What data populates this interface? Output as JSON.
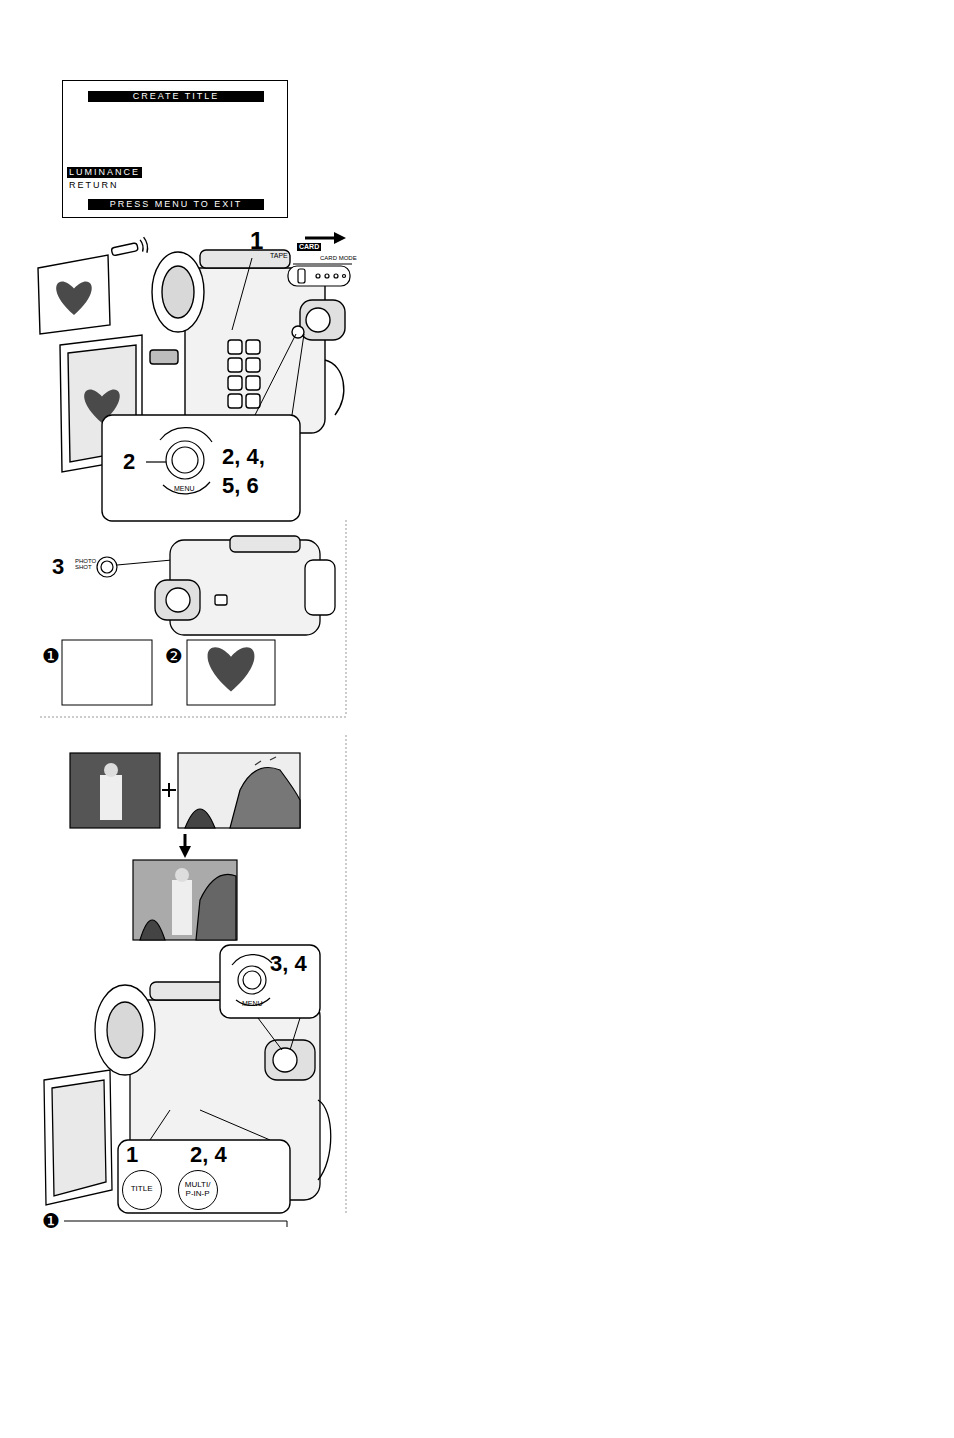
{
  "diagram": {
    "nodes": [
      {
        "text": [
          "CREATE TITLE",
          "LUMINANCE",
          "RETURN",
          "PRESS MENU TO EXIT"
        ]
      },
      {
        "text": [
          "TITLE"
        ]
      },
      {
        "text": [
          "MULTI/ P-IN-P"
        ]
      }
    ],
    "labels": [
      "1",
      "TAPE",
      "CARD",
      "CARD MODE",
      "2",
      "2, 4, 5, 6",
      "MENU",
      "3",
      "PHOTO SHOT",
      "❶",
      "❷",
      "3, 4",
      "MENU",
      "1",
      "2, 4",
      "❶"
    ]
  }
}
